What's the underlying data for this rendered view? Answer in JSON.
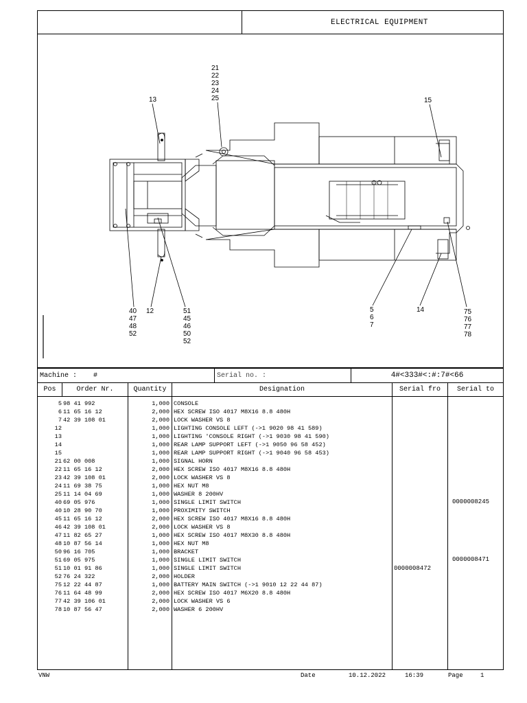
{
  "header": {
    "title": "ELECTRICAL EQUIPMENT"
  },
  "drawing": {
    "callouts": [
      "21\n22\n23\n24\n25",
      "13",
      "15",
      "40\n47\n48\n52",
      "12",
      "51\n45\n46\n50\n52",
      "5\n6\n7",
      "14",
      "75\n76\n77\n78"
    ]
  },
  "info": {
    "machine_label": "Machine :",
    "machine_value": "#",
    "serial_label": "Serial no. :",
    "code": "4#<333#<:#:7#<66"
  },
  "columns": {
    "pos": "Pos",
    "order": "Order Nr.",
    "quantity": "Quantity",
    "designation": "Designation",
    "serial_from": "Serial fro",
    "serial_to": "Serial to"
  },
  "rows": [
    {
      "pos": "5",
      "order": "98 41 992",
      "qty": "1,000",
      "desc": "CONSOLE"
    },
    {
      "pos": "6",
      "order": "11 65 16 12",
      "qty": "2,000",
      "desc": "HEX SCREW ISO 4017 M8X16 8.8 480H"
    },
    {
      "pos": "7",
      "order": "42 39 108 01",
      "qty": "2,000",
      "desc": "LOCK WASHER VS 8"
    },
    {
      "pos": "12",
      "order": "",
      "qty": "1,000",
      "desc": "LIGHTING CONSOLE LEFT (->1 9020 98 41 589)"
    },
    {
      "pos": "13",
      "order": "",
      "qty": "1,000",
      "desc": "LIGHTING 'CONSOLE RIGHT (->1 9030 98 41 590)"
    },
    {
      "pos": "14",
      "order": "",
      "qty": "1,000",
      "desc": "REAR LAMP SUPPORT LEFT (->1 9050 96 58 452)"
    },
    {
      "pos": "15",
      "order": "",
      "qty": "1,000",
      "desc": "REAR LAMP SUPPORT RIGHT (->1 9040 96 58 453)"
    },
    {
      "pos": "21",
      "order": "62 00 008",
      "qty": "1,000",
      "desc": "SIGNAL HORN"
    },
    {
      "pos": "22",
      "order": "11 65 16 12",
      "qty": "2,000",
      "desc": "HEX SCREW ISO 4017 M8X16 8.8 480H"
    },
    {
      "pos": "23",
      "order": "42 39 108 01",
      "qty": "2,000",
      "desc": "LOCK WASHER VS 8"
    },
    {
      "pos": "24",
      "order": "11 69 38 75",
      "qty": "1,000",
      "desc": "HEX NUT M8"
    },
    {
      "pos": "25",
      "order": "11 14 04 69",
      "qty": "1,000",
      "desc": "WASHER 8 200HV"
    },
    {
      "pos": "40",
      "order": "69 05 976",
      "qty": "1,000",
      "desc": "SINGLE LIMIT SWITCH"
    },
    {
      "pos": "40",
      "order": "10 28 90 70",
      "qty": "1,000",
      "desc": "PROXIMITY SWITCH"
    },
    {
      "pos": "45",
      "order": "11 65 16 12",
      "qty": "2,000",
      "desc": "HEX SCREW ISO 4017 M8X16 8.8 480H"
    },
    {
      "pos": "46",
      "order": "42 39 108 01",
      "qty": "2,000",
      "desc": "LOCK WASHER VS 8"
    },
    {
      "pos": "47",
      "order": "11 82 65 27",
      "qty": "1,000",
      "desc": "HEX SCREW ISO 4017 M8X30 8.8 480H"
    },
    {
      "pos": "48",
      "order": "10 87 56 14",
      "qty": "1,000",
      "desc": "HEX NUT M8"
    },
    {
      "pos": "50",
      "order": "96 16 705",
      "qty": "1,000",
      "desc": "BRACKET"
    },
    {
      "pos": "51",
      "order": "69 05 975",
      "qty": "1,000",
      "desc": "SINGLE LIMIT SWITCH"
    },
    {
      "pos": "51",
      "order": "10 01 91 86",
      "qty": "1,000",
      "desc": "SINGLE LIMIT SWITCH"
    },
    {
      "pos": "52",
      "order": "76 24 322",
      "qty": "2,000",
      "desc": "HOLDER"
    },
    {
      "pos": "75",
      "order": "12 22 44 87",
      "qty": "1,000",
      "desc": "BATTERY MAIN SWITCH (->1 9010 12 22 44 87)"
    },
    {
      "pos": "76",
      "order": "11 64 48 99",
      "qty": "2,000",
      "desc": "HEX SCREW ISO 4017 M6X20 8.8 480H"
    },
    {
      "pos": "77",
      "order": "42 39 106 01",
      "qty": "2,000",
      "desc": "LOCK WASHER VS 6"
    },
    {
      "pos": "78",
      "order": "10 87 56 47",
      "qty": "2,000",
      "desc": "WASHER 6 200HV"
    }
  ],
  "serials": {
    "to_1": "0000008245",
    "to_2": "0000008471",
    "from_1": "0000008472"
  },
  "footer": {
    "left": "VNW",
    "date_label": "Date",
    "date": "10.12.2022",
    "time": "16:39",
    "page_label": "Page",
    "page": "1"
  }
}
